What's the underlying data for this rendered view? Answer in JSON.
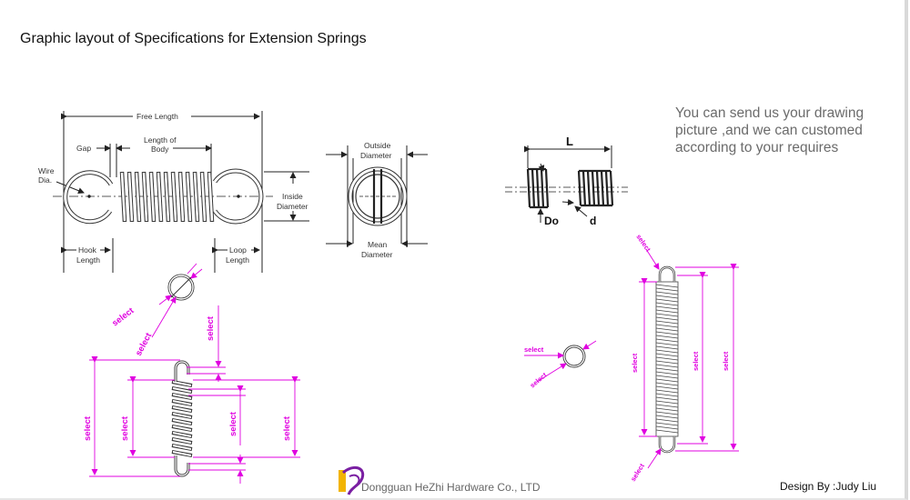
{
  "title": "Graphic layout of Specifications for Extension Springs",
  "note": "You can send us your drawing picture ,and we can customed according to your requires",
  "footer": {
    "company": "Dongguan HeZhi Hardware Co., LTD",
    "designer": "Design By :Judy Liu"
  },
  "spec_diagram": {
    "free_length": "Free Length",
    "gap": "Gap",
    "length_of_body_line1": "Length of",
    "length_of_body_line2": "Body",
    "wire_dia_line1": "Wire",
    "wire_dia_line2": "Dia.",
    "inside_diameter_line1": "Inside",
    "inside_diameter_line2": "Diameter",
    "hook_length_line1": "Hook",
    "hook_length_line2": "Length",
    "loop_length_line1": "Loop",
    "loop_length_line2": "Length",
    "outside_diameter_line1": "Outside",
    "outside_diameter_line2": "Diameter",
    "mean_diameter_line1": "Mean",
    "mean_diameter_line2": "Diameter"
  },
  "small_diagram": {
    "length": "L",
    "do": "Do",
    "d": "d"
  },
  "select_label": "select",
  "colors": {
    "line": "#222222",
    "select": "#e000e0",
    "note": "#6b6b6b",
    "logo": "#7a1fa2",
    "logo_accent": "#f2b400"
  }
}
